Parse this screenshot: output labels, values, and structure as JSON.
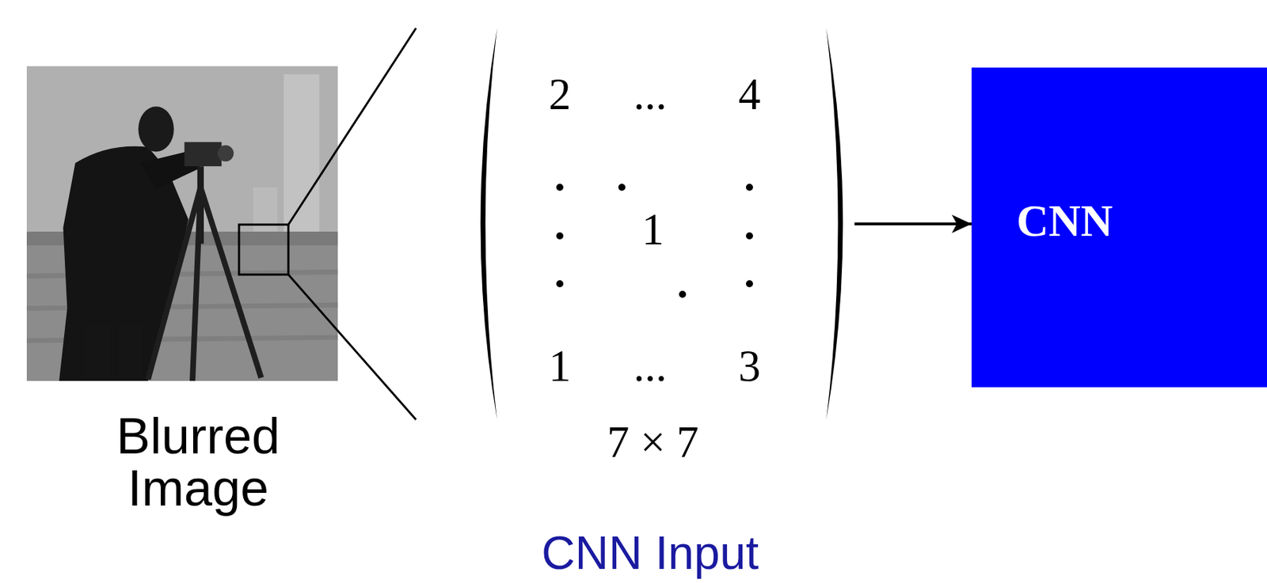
{
  "diagram": {
    "nodes": [
      {
        "text": [
          "2",
          "...",
          "4",
          "1",
          "1",
          "...",
          "3"
        ]
      },
      {
        "text": [
          "CNN"
        ]
      }
    ],
    "edges": [
      {
        "from": 0,
        "to": 1,
        "arrow": "to"
      }
    ],
    "labels": [
      "Blurred Image",
      "7 × 7",
      "CNN Input"
    ]
  }
}
